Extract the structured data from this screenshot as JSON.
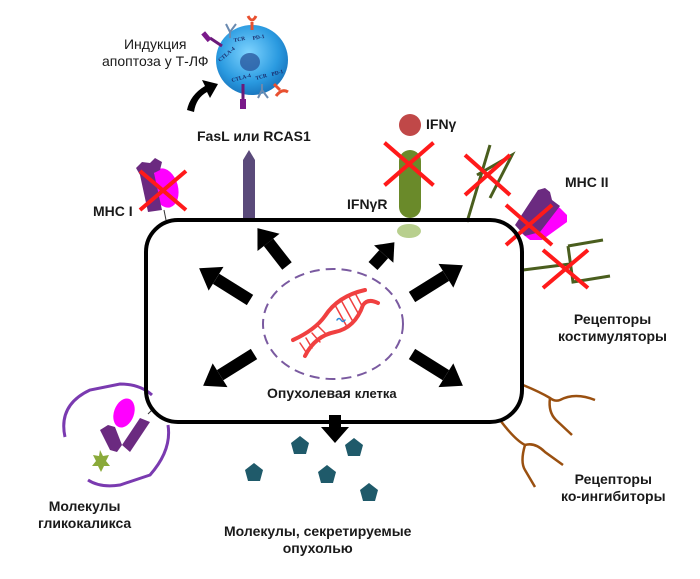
{
  "diagram": {
    "title": "Tumor cell immune evasion mechanisms",
    "center": {
      "label_bold": "Опухолевая",
      "label_normal": "клетка",
      "nucleus_content": "DNA double helix"
    },
    "tcell": {
      "caption_line1": "Индукция",
      "caption_line2": "апоптоза у Т-ЛФ",
      "receptors": [
        "TCR",
        "PD-1",
        "CTLA-4",
        "TCR",
        "PD-1",
        "CTLA-4"
      ]
    },
    "labels": {
      "fasl": "FasL или RCAS1",
      "ifng": "IFNγ",
      "ifngr": "IFNγR",
      "mhc1": "MHC I",
      "mhc2": "MHC II",
      "costim_line1": "Рецепторы",
      "costim_line2": "костимуляторы",
      "coinhib_line1": "Рецепторы",
      "coinhib_line2": "ко-ингибиторы",
      "glyco_line1": "Молекулы",
      "glyco_line2": "гликокаликса",
      "secreted_line1": "Молекулы, секретируемые",
      "secreted_line2": "опухолью"
    },
    "colors": {
      "cell_border": "#000000",
      "arrow": "#000000",
      "blocked_cross": "#ff1a1a",
      "mhc_dark": "#6b2a80",
      "mhc_magenta": "#ff00ff",
      "fasl": "#5a4a7a",
      "ifngr": "#6a8a2a",
      "ifngr_light": "#b8cf8e",
      "ifng": "#c04848",
      "costim": "#4a5e1e",
      "coinhib": "#9a5010",
      "secreted": "#1f5a6a",
      "glyco_border": "#7a3ab0",
      "glyco_star": "#8aaa3a",
      "nucleus_dash": "#7a5aa0",
      "dna": "#f04040",
      "tcell": "#2a9ae0"
    }
  }
}
